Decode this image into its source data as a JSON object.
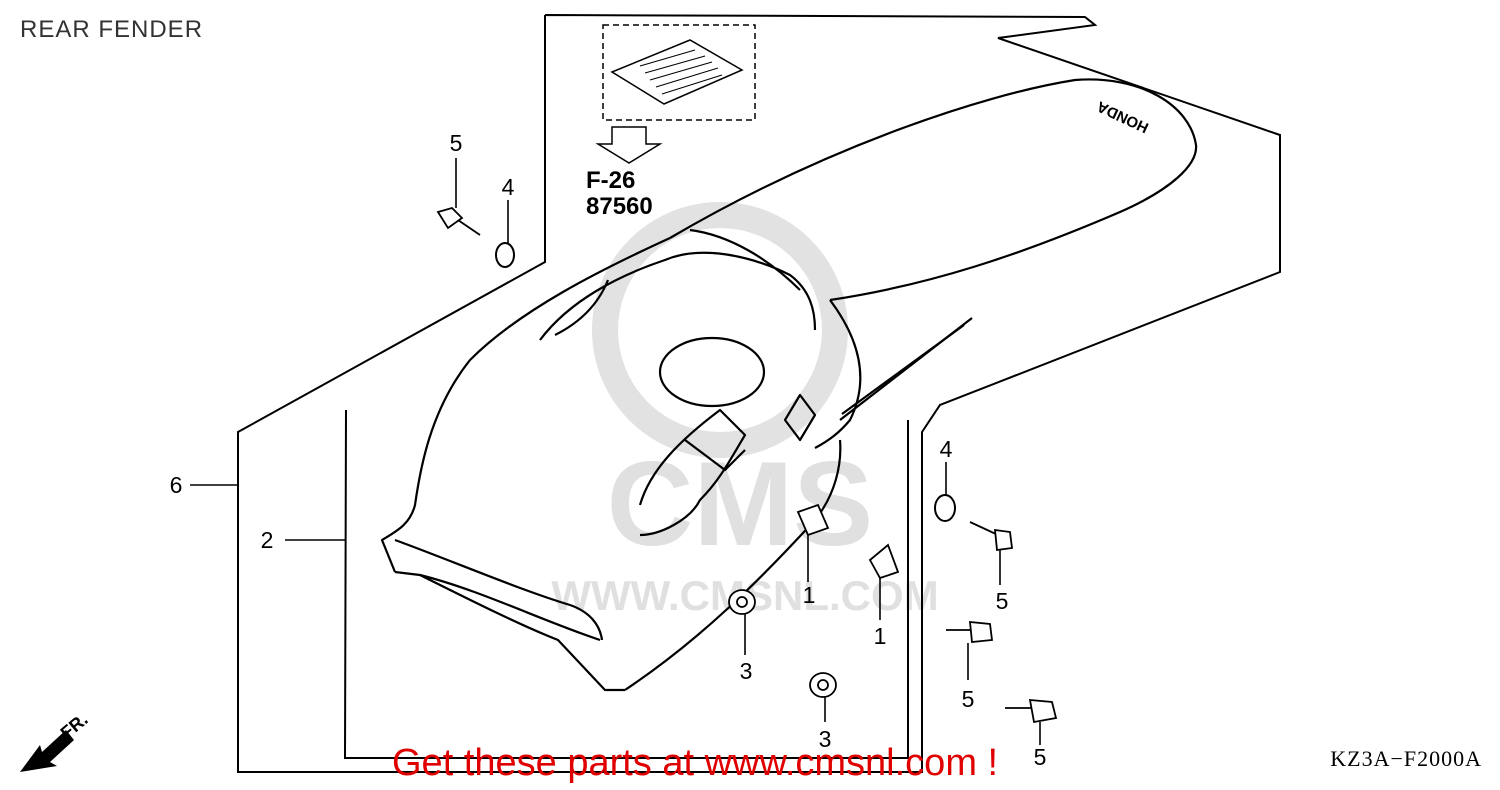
{
  "title": "REAR FENDER",
  "diagram_code": "KZ3A−F2000A",
  "promo_text": "Get these parts at www.cmsnl.com !",
  "ref_section": "F-26",
  "ref_part": "87560",
  "front_indicator": "FR.",
  "brand_mark": "HONDA",
  "watermark": {
    "top": "CMS",
    "bottom": "WWW.CMSNL.COM"
  },
  "callouts": [
    "1",
    "1",
    "2",
    "3",
    "3",
    "4",
    "4",
    "5",
    "5",
    "5",
    "5",
    "6"
  ],
  "colors": {
    "line": "#000000",
    "promo": "#e00000",
    "watermark": "#d9d9d9",
    "title": "#333333"
  }
}
